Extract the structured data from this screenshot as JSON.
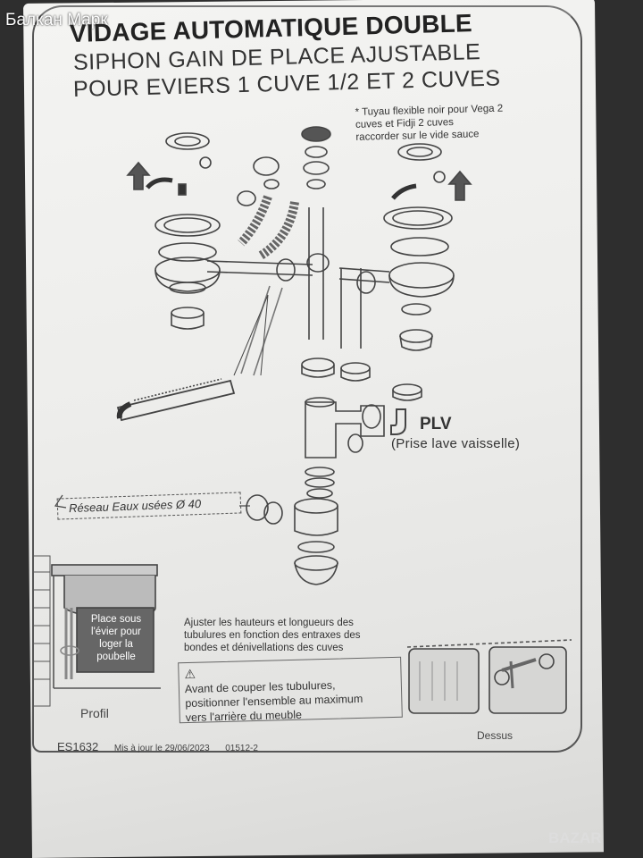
{
  "watermark_top": "Балкан Марк",
  "title": {
    "line1": "VIDAGE AUTOMATIQUE DOUBLE",
    "line2": "SIPHON GAIN DE PLACE AJUSTABLE",
    "line3": "POUR EVIERS 1 CUVE 1/2 ET 2 CUVES"
  },
  "note": {
    "line1": "* Tuyau flexible noir pour Vega 2",
    "line2": "cuves et Fidji 2 cuves",
    "line3": "raccorder sur le vide sauce"
  },
  "plv": {
    "label": "PLV",
    "sub": "(Prise lave vaisselle)"
  },
  "reseau": "Réseau Eaux usées Ø 40",
  "adjust": {
    "line1": "Ajuster les hauteurs et longueurs des",
    "line2": "tubulures en fonction des entraxes des",
    "line3": "bondes et dénivellations des cuves"
  },
  "warning": {
    "line1": "Avant de couper les tubulures,",
    "line2": "positionner l'ensemble au maximum",
    "line3": "vers l'arrière du meuble"
  },
  "place_sous": {
    "line1": "Place sous",
    "line2": "l'évier pour",
    "line3": "loger la",
    "line4": "poubelle"
  },
  "profil_label": "Profil",
  "dessus_label": "Dessus",
  "footer": {
    "code": "ES1632",
    "date": "Mis à jour le 29/06/2023",
    "ref": "01512-2"
  },
  "watermark_bottom": "BAZAR",
  "colors": {
    "paper": "#eeeeec",
    "ink": "#333333",
    "background": "#2e2e2e"
  }
}
